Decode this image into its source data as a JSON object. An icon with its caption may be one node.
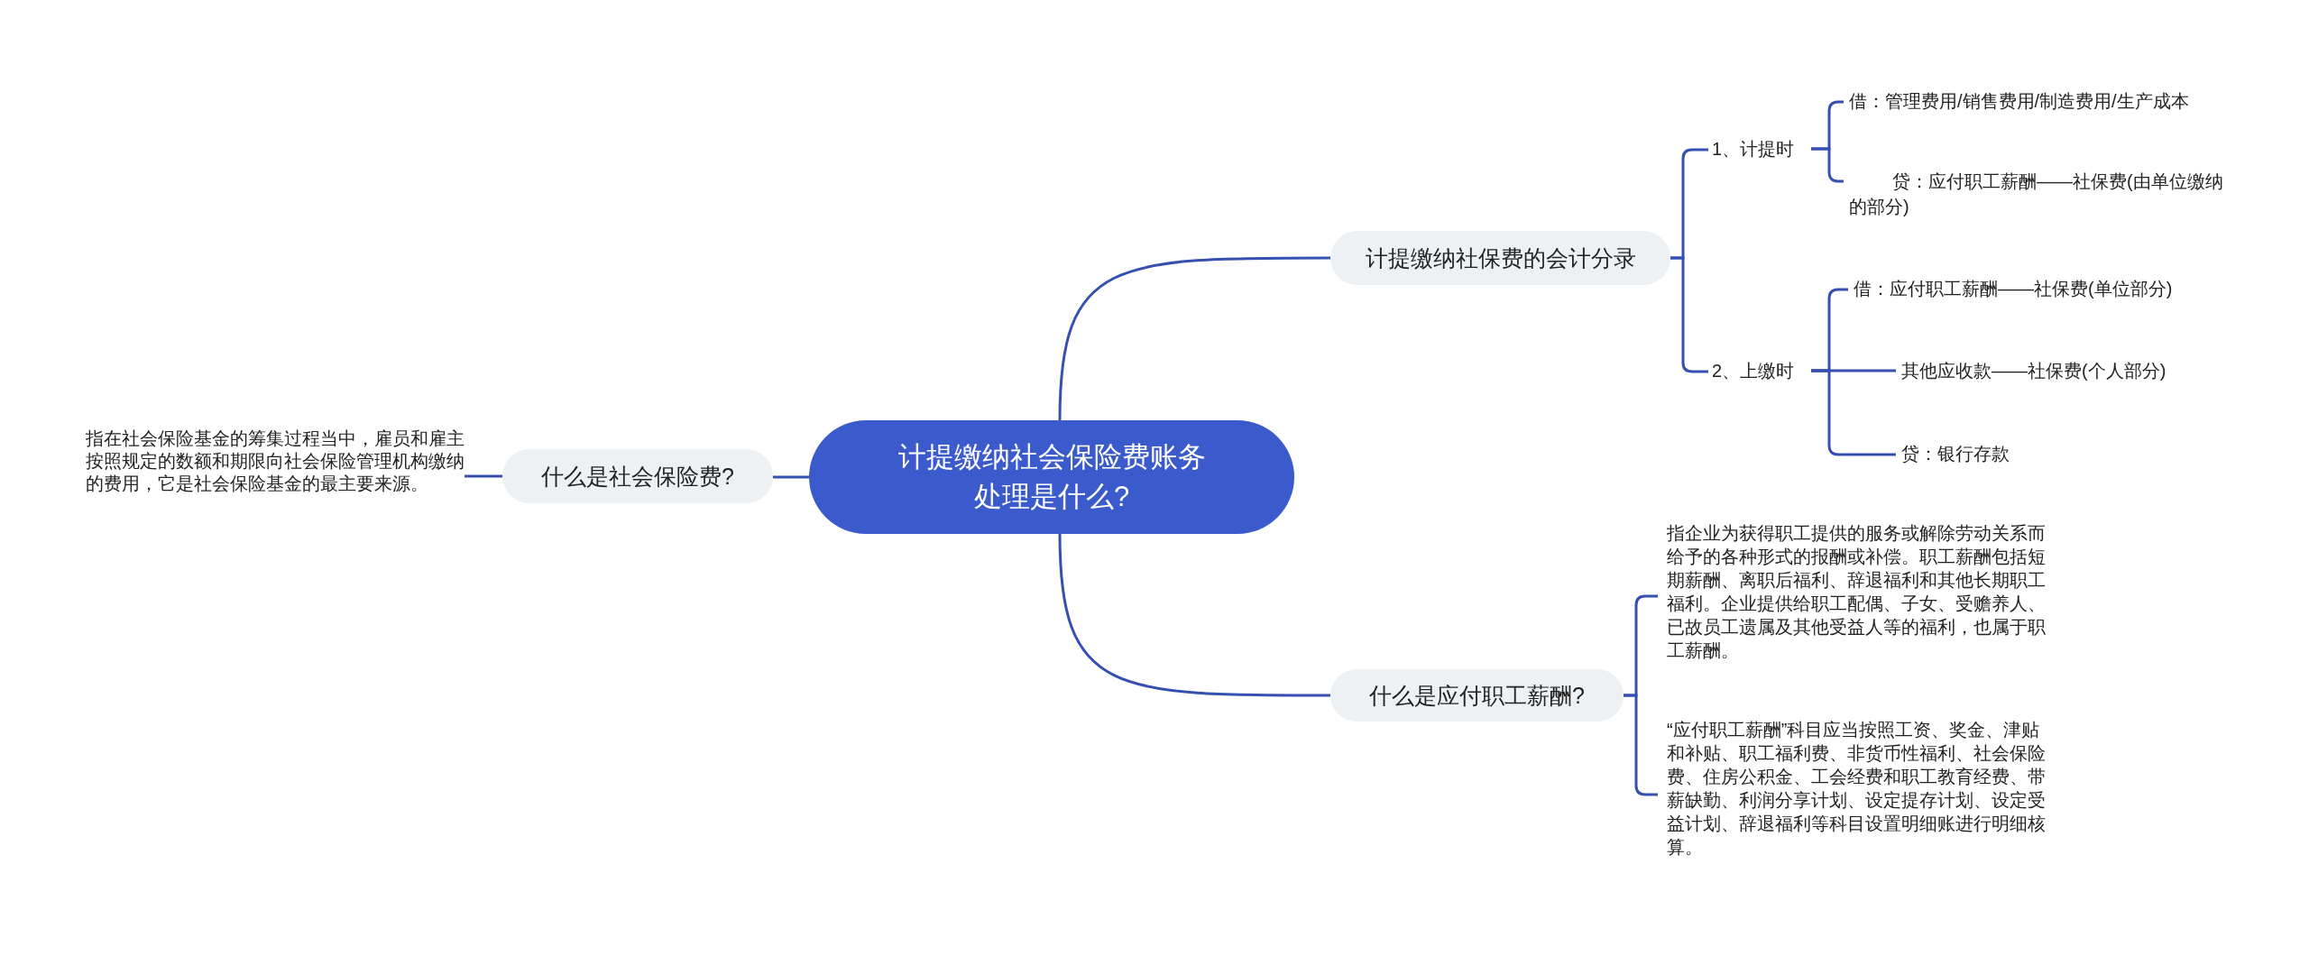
{
  "diagram": {
    "nodes": [
      {
        "text": [
          "计提缴纳社会保险费账务处理是什么?"
        ]
      },
      {
        "text": [
          "计提缴纳社保费的会计分录"
        ]
      },
      {
        "text": [
          "1、计提时"
        ]
      },
      {
        "text": [
          "借：管理费用/销售费用/制造费用/生产成本"
        ]
      },
      {
        "text": [
          "贷：应付职工薪酬——社保费(由单位缴纳的部分)"
        ]
      },
      {
        "text": [
          "2、上缴时"
        ]
      },
      {
        "text": [
          "借：应付职工薪酬——社保费(单位部分)"
        ]
      },
      {
        "text": [
          "其他应收款——社保费(个人部分)"
        ]
      },
      {
        "text": [
          "贷：银行存款"
        ]
      },
      {
        "text": [
          "什么是应付职工薪酬?"
        ]
      },
      {
        "text": [
          "指企业为获得职工提供的服务或解除劳动关系而给予的各种形式的报酬或补偿。职工薪酬包括短期薪酬、离职后福利、辞退福利和其他长期职工福利。企业提供给职工配偶、子女、受赡养人、已故员工遗属及其他受益人等的福利，也属于职工薪酬。"
        ]
      },
      {
        "text": [
          "“应付职工薪酬”科目应当按照工资、奖金、津贴和补贴、职工福利费、非货币性福利、社会保险费、住房公积金、工会经费和职工教育经费、带薪缺勤、利润分享计划、设定提存计划、设定受益计划、辞退福利等科目设置明细账进行明细核算。"
        ]
      },
      {
        "text": [
          "什么是社会保险费?"
        ]
      },
      {
        "text": [
          "指在社会保险基金的筹集过程当中，雇员和雇主按照规定的数额和期限向社会保险管理机构缴纳的费用，它是社会保险基金的最主要来源。"
        ]
      }
    ],
    "edges": [
      {
        "from": 0,
        "to": 1,
        "arrow": "none"
      },
      {
        "from": 1,
        "to": 2,
        "arrow": "none"
      },
      {
        "from": 2,
        "to": 3,
        "arrow": "none"
      },
      {
        "from": 2,
        "to": 4,
        "arrow": "none"
      },
      {
        "from": 1,
        "to": 5,
        "arrow": "none"
      },
      {
        "from": 5,
        "to": 6,
        "arrow": "none"
      },
      {
        "from": 5,
        "to": 7,
        "arrow": "none"
      },
      {
        "from": 5,
        "to": 8,
        "arrow": "none"
      },
      {
        "from": 0,
        "to": 9,
        "arrow": "none"
      },
      {
        "from": 9,
        "to": 10,
        "arrow": "none"
      },
      {
        "from": 9,
        "to": 11,
        "arrow": "none"
      },
      {
        "from": 0,
        "to": 12,
        "arrow": "none"
      },
      {
        "from": 12,
        "to": 13,
        "arrow": "none"
      }
    ]
  }
}
